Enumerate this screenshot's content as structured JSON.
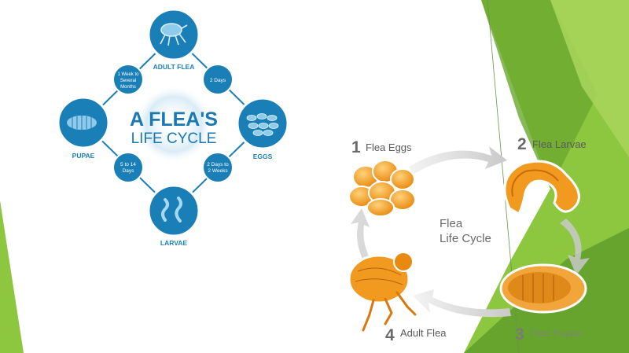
{
  "left_diagram": {
    "title_line1": "A FLEA'S",
    "title_line2": "LIFE CYCLE",
    "stages": [
      {
        "label": "ADULT FLEA",
        "icon": "adult-flea-icon"
      },
      {
        "label": "EGGS",
        "icon": "eggs-icon"
      },
      {
        "label": "LARVAE",
        "icon": "larvae-icon"
      },
      {
        "label": "PUPAE",
        "icon": "pupae-icon"
      }
    ],
    "durations": [
      {
        "line1": "2 Days",
        "line2": "",
        "line3": ""
      },
      {
        "line1": "2 Days to",
        "line2": "2 Weeks",
        "line3": ""
      },
      {
        "line1": "5 to 14",
        "line2": "Days",
        "line3": ""
      },
      {
        "line1": "1 Week to",
        "line2": "Several",
        "line3": "Months"
      }
    ],
    "colors": {
      "main": "#1b7fb7",
      "dark": "#0f5f8e",
      "title": "#1a78b3"
    }
  },
  "right_diagram": {
    "center_line1": "Flea",
    "center_line2": "Life Cycle",
    "stages": [
      {
        "num": "1",
        "label": "Flea Eggs"
      },
      {
        "num": "2",
        "label": "Flea Larvae"
      },
      {
        "num": "3",
        "label": "Flea Pupae"
      },
      {
        "num": "4",
        "label": "Adult Flea"
      }
    ],
    "colors": {
      "orange": "#f29a1f",
      "dark_orange": "#c96a07",
      "arrow": "#d9d9d9"
    }
  },
  "background": {
    "green_light": "#8dc63f",
    "green_dark": "#5a9a2a"
  }
}
